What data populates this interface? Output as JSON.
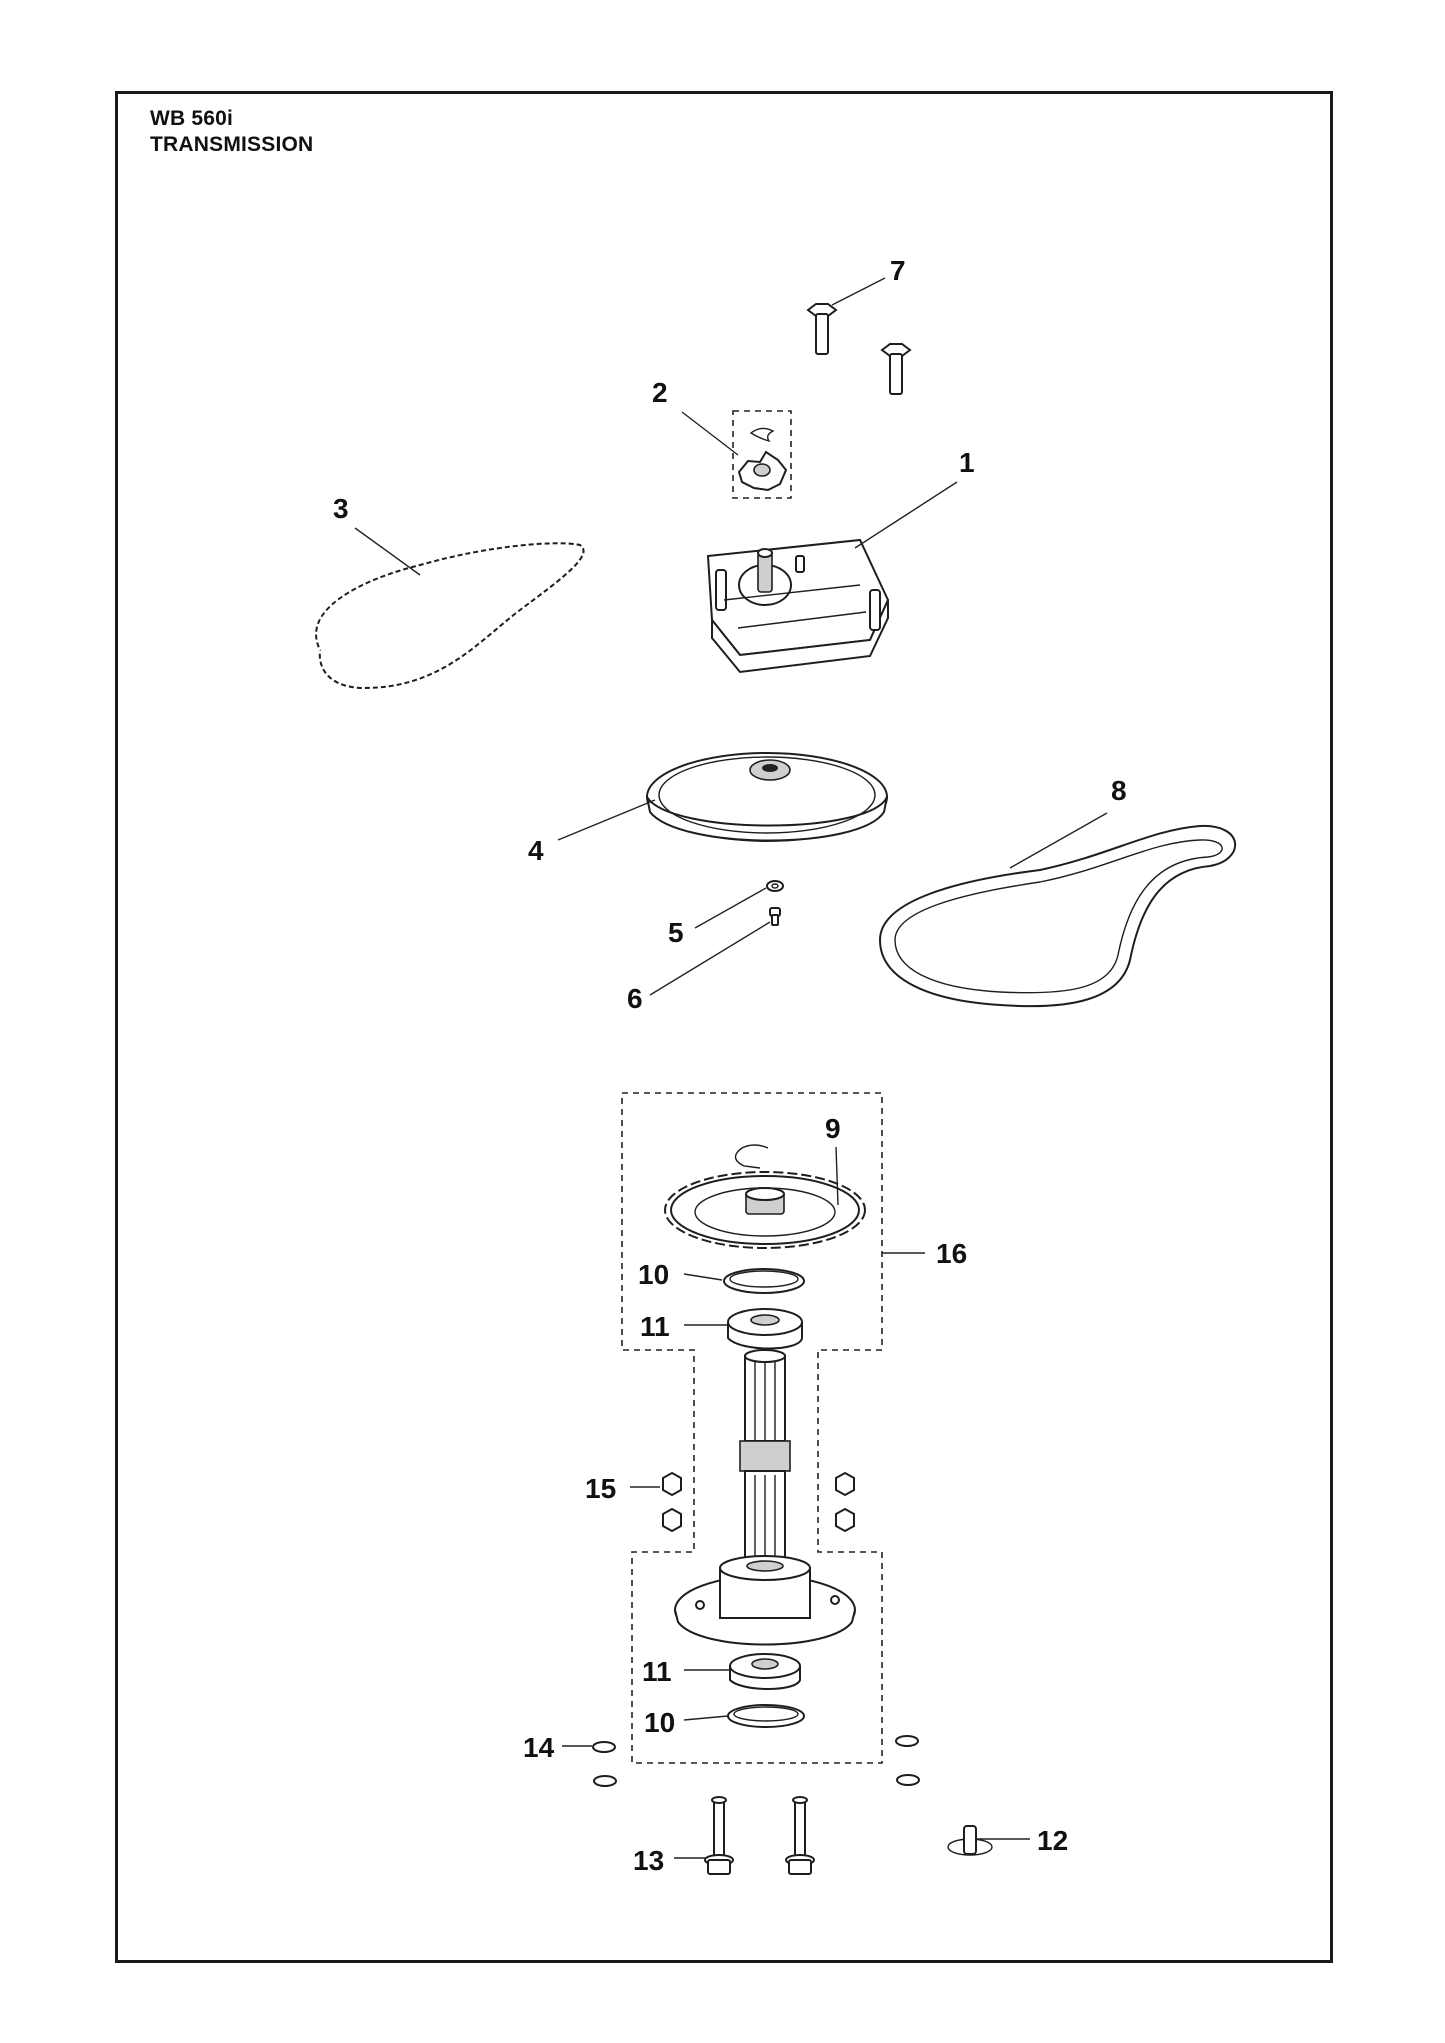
{
  "header": {
    "model": "WB 560i",
    "section": "TRANSMISSION"
  },
  "callouts": {
    "c1": "1",
    "c2": "2",
    "c3": "3",
    "c4": "4",
    "c5": "5",
    "c6": "6",
    "c7": "7",
    "c8": "8",
    "c9": "9",
    "c10a": "10",
    "c10b": "10",
    "c11a": "11",
    "c11b": "11",
    "c12": "12",
    "c13": "13",
    "c14": "14",
    "c15": "15",
    "c16": "16"
  }
}
